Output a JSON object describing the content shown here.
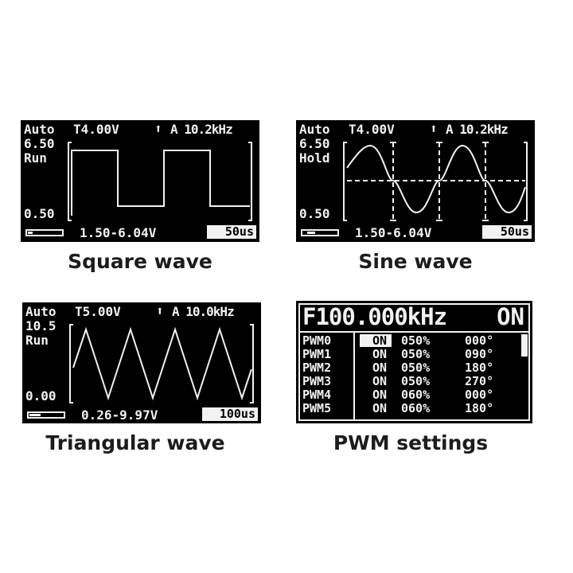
{
  "panels": [
    {
      "id": "square",
      "caption": "Square wave",
      "mode": "Auto",
      "trigger": "T4.00V",
      "trigger_edge_icon": "arrow-up-icon",
      "coupling_freq": "A 10.2kHz",
      "v_max": "6.50",
      "state": "Run",
      "v_min": "0.50",
      "range": "1.50-6.04V",
      "timebase": "50us",
      "waveform": "square"
    },
    {
      "id": "sine",
      "caption": "Sine wave",
      "mode": "Auto",
      "trigger": "T4.00V",
      "trigger_edge_icon": "arrow-up-icon",
      "coupling_freq": "A 10.2kHz",
      "v_max": "6.50",
      "state": "Hold",
      "v_min": "0.50",
      "range": "1.50-6.04V",
      "timebase": "50us",
      "waveform": "sine"
    },
    {
      "id": "triangle",
      "caption": "Triangular wave",
      "mode": "Auto",
      "trigger": "T5.00V",
      "trigger_edge_icon": "arrow-up-icon",
      "coupling_freq": "A 10.0kHz",
      "v_max": "10.5",
      "state": "Run",
      "v_min": "0.00",
      "range": "0.26-9.97V",
      "timebase": "100us",
      "waveform": "triangle"
    }
  ],
  "pwm": {
    "caption": "PWM settings",
    "frequency": "F100.000kHz",
    "status": "ON",
    "rows": [
      {
        "name": "PWM0",
        "state": "ON",
        "duty": "050%",
        "phase": "000°"
      },
      {
        "name": "PWM1",
        "state": "ON",
        "duty": "050%",
        "phase": "090°"
      },
      {
        "name": "PWM2",
        "state": "ON",
        "duty": "050%",
        "phase": "180°"
      },
      {
        "name": "PWM3",
        "state": "ON",
        "duty": "050%",
        "phase": "270°"
      },
      {
        "name": "PWM4",
        "state": "ON",
        "duty": "060%",
        "phase": "000°"
      },
      {
        "name": "PWM5",
        "state": "ON",
        "duty": "060%",
        "phase": "180°"
      }
    ]
  },
  "colors": {
    "screen_bg": "#000000",
    "screen_fg": "#f2f2f2",
    "caption": "#1c1c1c",
    "page_bg": "#ffffff"
  }
}
